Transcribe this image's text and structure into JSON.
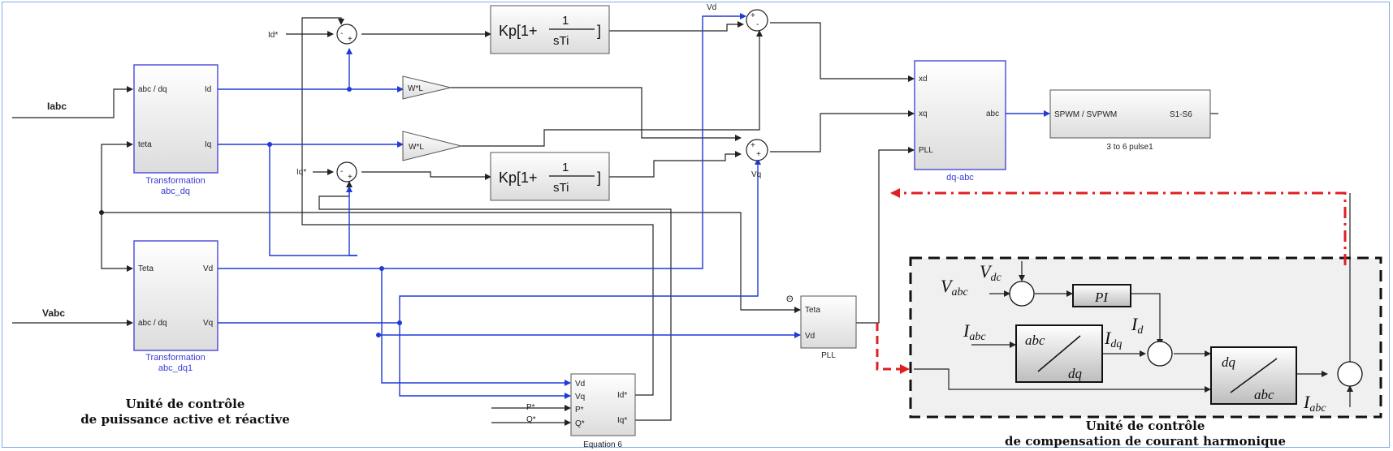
{
  "inputs": {
    "iabc": "Iabc",
    "vabc": "Vabc",
    "id_ref": "Id*",
    "iq_ref": "Iq*",
    "p_ref": "P*",
    "q_ref": "Q*",
    "vd": "Vd",
    "vq": "Vq",
    "theta": "Θ"
  },
  "pi_block": {
    "prefix": "Kp[1+",
    "num": "1",
    "den": "sTi",
    "suffix": "]"
  },
  "gain_label": "W*L",
  "sum_signs": {
    "plus": "+",
    "minus": "-"
  },
  "transform1": {
    "in1": "abc / dq",
    "in2": "teta",
    "out1": "Id",
    "out2": "Iq",
    "name_line1": "Transformation",
    "name_line2": "abc_dq"
  },
  "transform2": {
    "in1": "Teta",
    "in2": "abc / dq",
    "out1": "Vd",
    "out2": "Vq",
    "name_line1": "Transformation",
    "name_line2": "abc_dq1"
  },
  "equation": {
    "in": [
      "Vd",
      "Vq",
      "P*",
      "Q*"
    ],
    "out": [
      "Id*",
      "Iq*"
    ],
    "name": "Equation 6"
  },
  "dqabc": {
    "in": [
      "xd",
      "xq",
      "PLL"
    ],
    "out": "abc",
    "name": "dq-abc"
  },
  "pwm": {
    "label": "SPWM / SVPWM",
    "out": "S1-S6",
    "name": "3 to 6 pulse1"
  },
  "pll": {
    "in1": "Teta",
    "in2": "Vd",
    "name": "PLL"
  },
  "harmonic": {
    "vdc": "V",
    "vdc_sub": "dc",
    "vabc": "V",
    "vabc_sub": "abc",
    "pi": "PI",
    "id": "I",
    "id_sub": "d",
    "iabc_in": "I",
    "iabc_in_sub": "abc",
    "idq": "I",
    "idq_sub": "dq",
    "abc": "abc",
    "dq": "dq",
    "dq2": "dq",
    "abc2": "abc",
    "iabc_out": "I",
    "iabc_out_sub": "abc"
  },
  "captions": {
    "active_line1": "Unité de contrôle",
    "active_line2": "de puissance active et  réactive",
    "harm_line1": "Unité de contrôle",
    "harm_line2": "de compensation de courant harmonique"
  }
}
